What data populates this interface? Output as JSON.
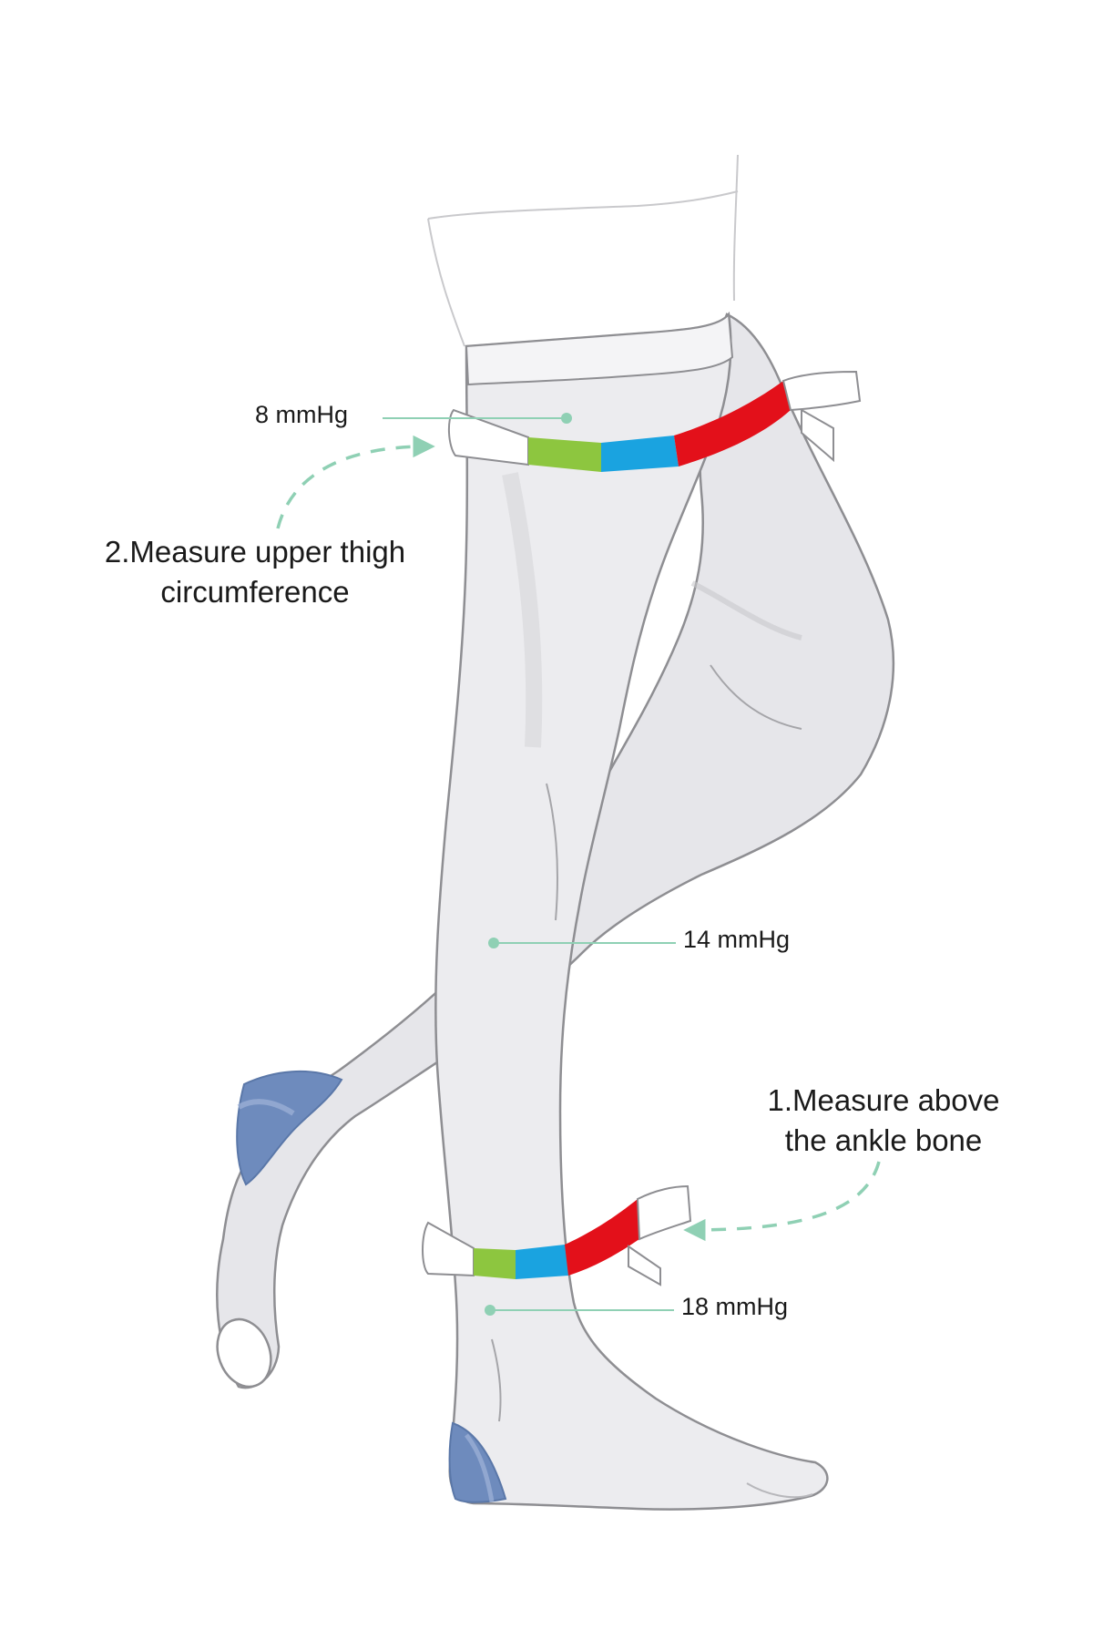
{
  "colors": {
    "background": "#ffffff",
    "stocking": "#e9e9eb",
    "stocking_shade": "#d7d7db",
    "outline": "#8e8e92",
    "heel_toe_reinforcement": "#6e8bbd",
    "leader_line": "#8fd0b4",
    "arrow": "#8fd0b4",
    "tape": [
      "#ffffff",
      "#8dc63f",
      "#1aa3e0",
      "#e3101a"
    ]
  },
  "annotations": {
    "thigh_pressure": "8 mmHg",
    "calf_pressure": "14 mmHg",
    "ankle_pressure": "18 mmHg",
    "step_2": "2.Measure upper thigh\ncircumference",
    "step_1": "1.Measure above\nthe ankle bone"
  },
  "icons": {
    "measuring_tape": "measuring-tape-icon",
    "curved_arrow": "dashed-curved-arrow-icon"
  }
}
